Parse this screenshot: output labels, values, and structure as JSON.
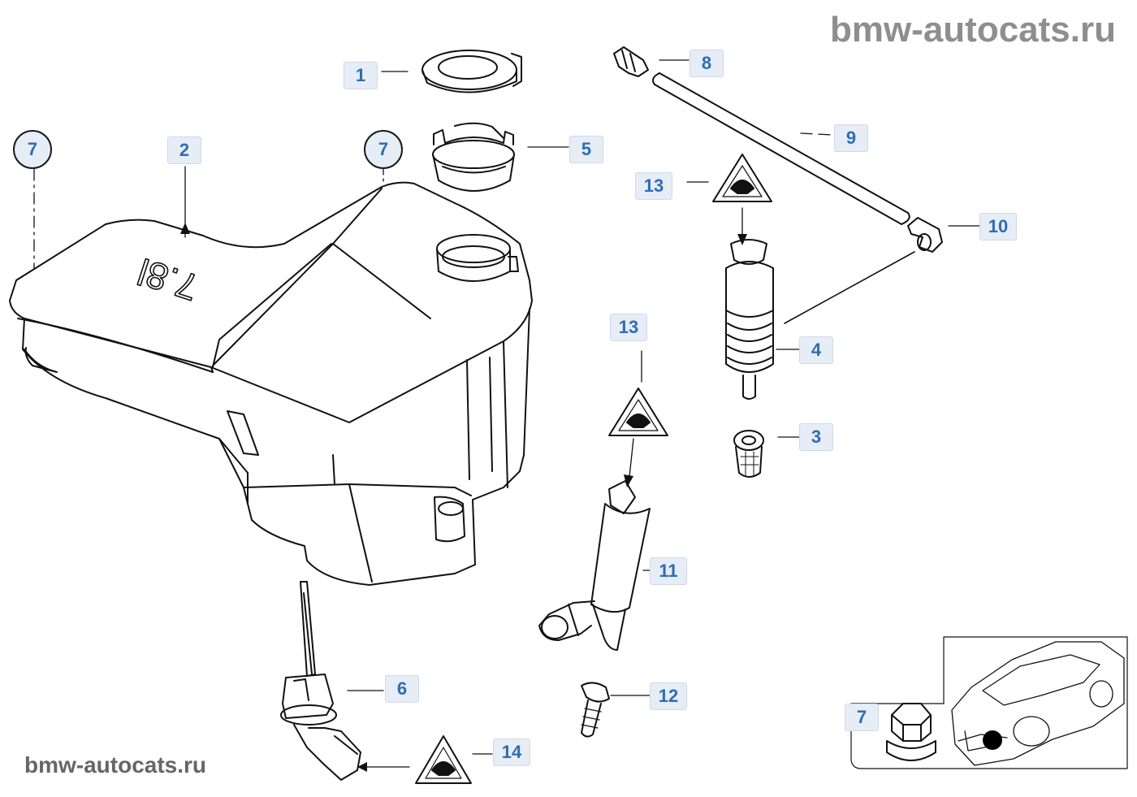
{
  "watermarks": {
    "top": "bmw-autocats.ru",
    "bottom": "bmw-autocats.ru"
  },
  "tank": {
    "capacity_label": "7.8l"
  },
  "callouts": [
    {
      "id": "c1",
      "label": "1"
    },
    {
      "id": "c2",
      "label": "2"
    },
    {
      "id": "c3",
      "label": "3"
    },
    {
      "id": "c4",
      "label": "4"
    },
    {
      "id": "c5",
      "label": "5"
    },
    {
      "id": "c6",
      "label": "6"
    },
    {
      "id": "c7a",
      "label": "7"
    },
    {
      "id": "c7b",
      "label": "7"
    },
    {
      "id": "c7c",
      "label": "7"
    },
    {
      "id": "c8",
      "label": "8"
    },
    {
      "id": "c9",
      "label": "9"
    },
    {
      "id": "c10",
      "label": "10"
    },
    {
      "id": "c11",
      "label": "11"
    },
    {
      "id": "c12",
      "label": "12"
    },
    {
      "id": "c13a",
      "label": "13"
    },
    {
      "id": "c13b",
      "label": "13"
    },
    {
      "id": "c14",
      "label": "14"
    }
  ],
  "icons": {
    "warning_symbol": "warning-triangle-icon",
    "car_locator": "car-location-icon"
  }
}
